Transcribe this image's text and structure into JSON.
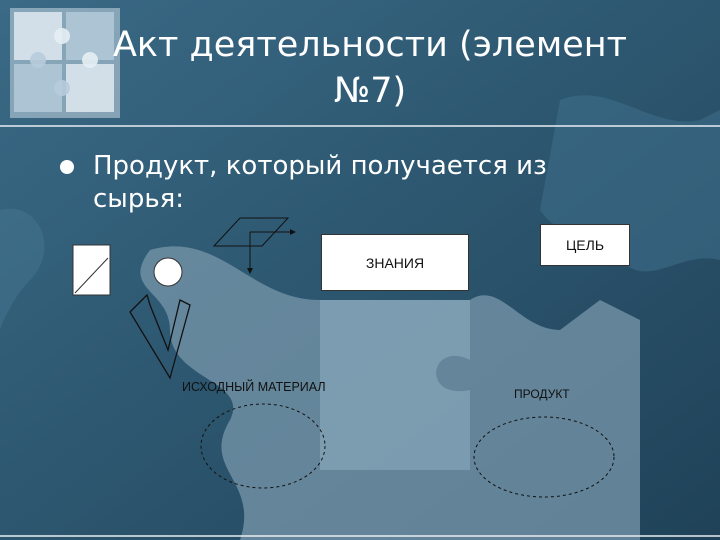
{
  "slide": {
    "title": "Акт деятельности (элемент №7)",
    "bullet": "Продукт, который получается из сырья:"
  },
  "diagram": {
    "box_znaniya": "ЗНАНИЯ",
    "box_cel": "ЦЕЛЬ",
    "label_material": "ИСХОДНЫЙ МАТЕРИАЛ",
    "label_produkt": "ПРОДУКТ"
  },
  "colors": {
    "background": "#2d5670",
    "puzzle_light": "#7fa3b8",
    "puzzle_mid": "#4a7690",
    "text": "#ffffff",
    "diagram_ink": "#111111"
  }
}
